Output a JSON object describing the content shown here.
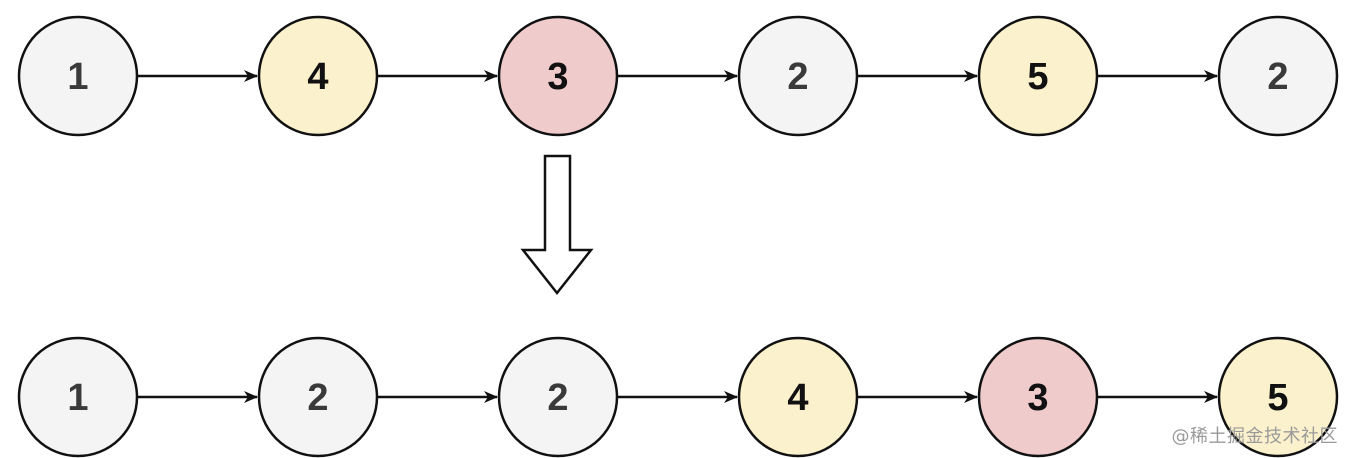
{
  "colors": {
    "neutral": "#f4f4f4",
    "yellow": "#fbf1cc",
    "red": "#efcbcb",
    "stroke": "#111111",
    "text_neutral": "#3a3a3a",
    "text_highlight": "#111111"
  },
  "top_list": [
    {
      "value": "1",
      "color": "neutral"
    },
    {
      "value": "4",
      "color": "yellow"
    },
    {
      "value": "3",
      "color": "red"
    },
    {
      "value": "2",
      "color": "neutral"
    },
    {
      "value": "5",
      "color": "yellow"
    },
    {
      "value": "2",
      "color": "neutral"
    }
  ],
  "bottom_list": [
    {
      "value": "1",
      "color": "neutral"
    },
    {
      "value": "2",
      "color": "neutral"
    },
    {
      "value": "2",
      "color": "neutral"
    },
    {
      "value": "4",
      "color": "yellow"
    },
    {
      "value": "3",
      "color": "red"
    },
    {
      "value": "5",
      "color": "yellow"
    }
  ],
  "watermark": "@稀土掘金技术社区"
}
